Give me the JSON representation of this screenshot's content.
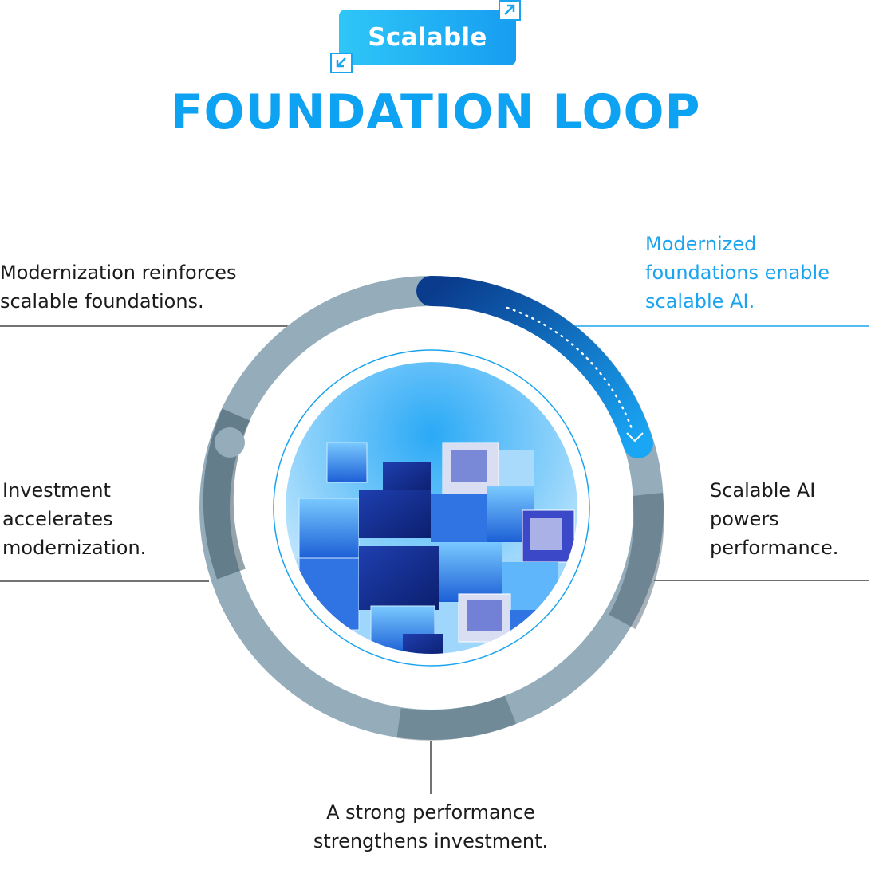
{
  "badge": {
    "label": "Scalable"
  },
  "title": "FOUNDATION LOOP",
  "steps": [
    {
      "text": "Modernization reinforces scalable foundations."
    },
    {
      "text": "Modernized foundations enable scalable AI."
    },
    {
      "text": "Investment accelerates modernization."
    },
    {
      "text": "Scalable AI powers performance."
    },
    {
      "text": "A strong performance strengthens investment."
    }
  ],
  "icons": [
    "expand-arrow-icon",
    "collapse-arrow-icon",
    "chevron-down-icon"
  ],
  "colors": {
    "accent": "#0ea2f2",
    "ring": "#95adbb",
    "ring_dark": "#3d5565",
    "highlight_start": "#0a3b8c",
    "highlight_end": "#19a6f5"
  }
}
